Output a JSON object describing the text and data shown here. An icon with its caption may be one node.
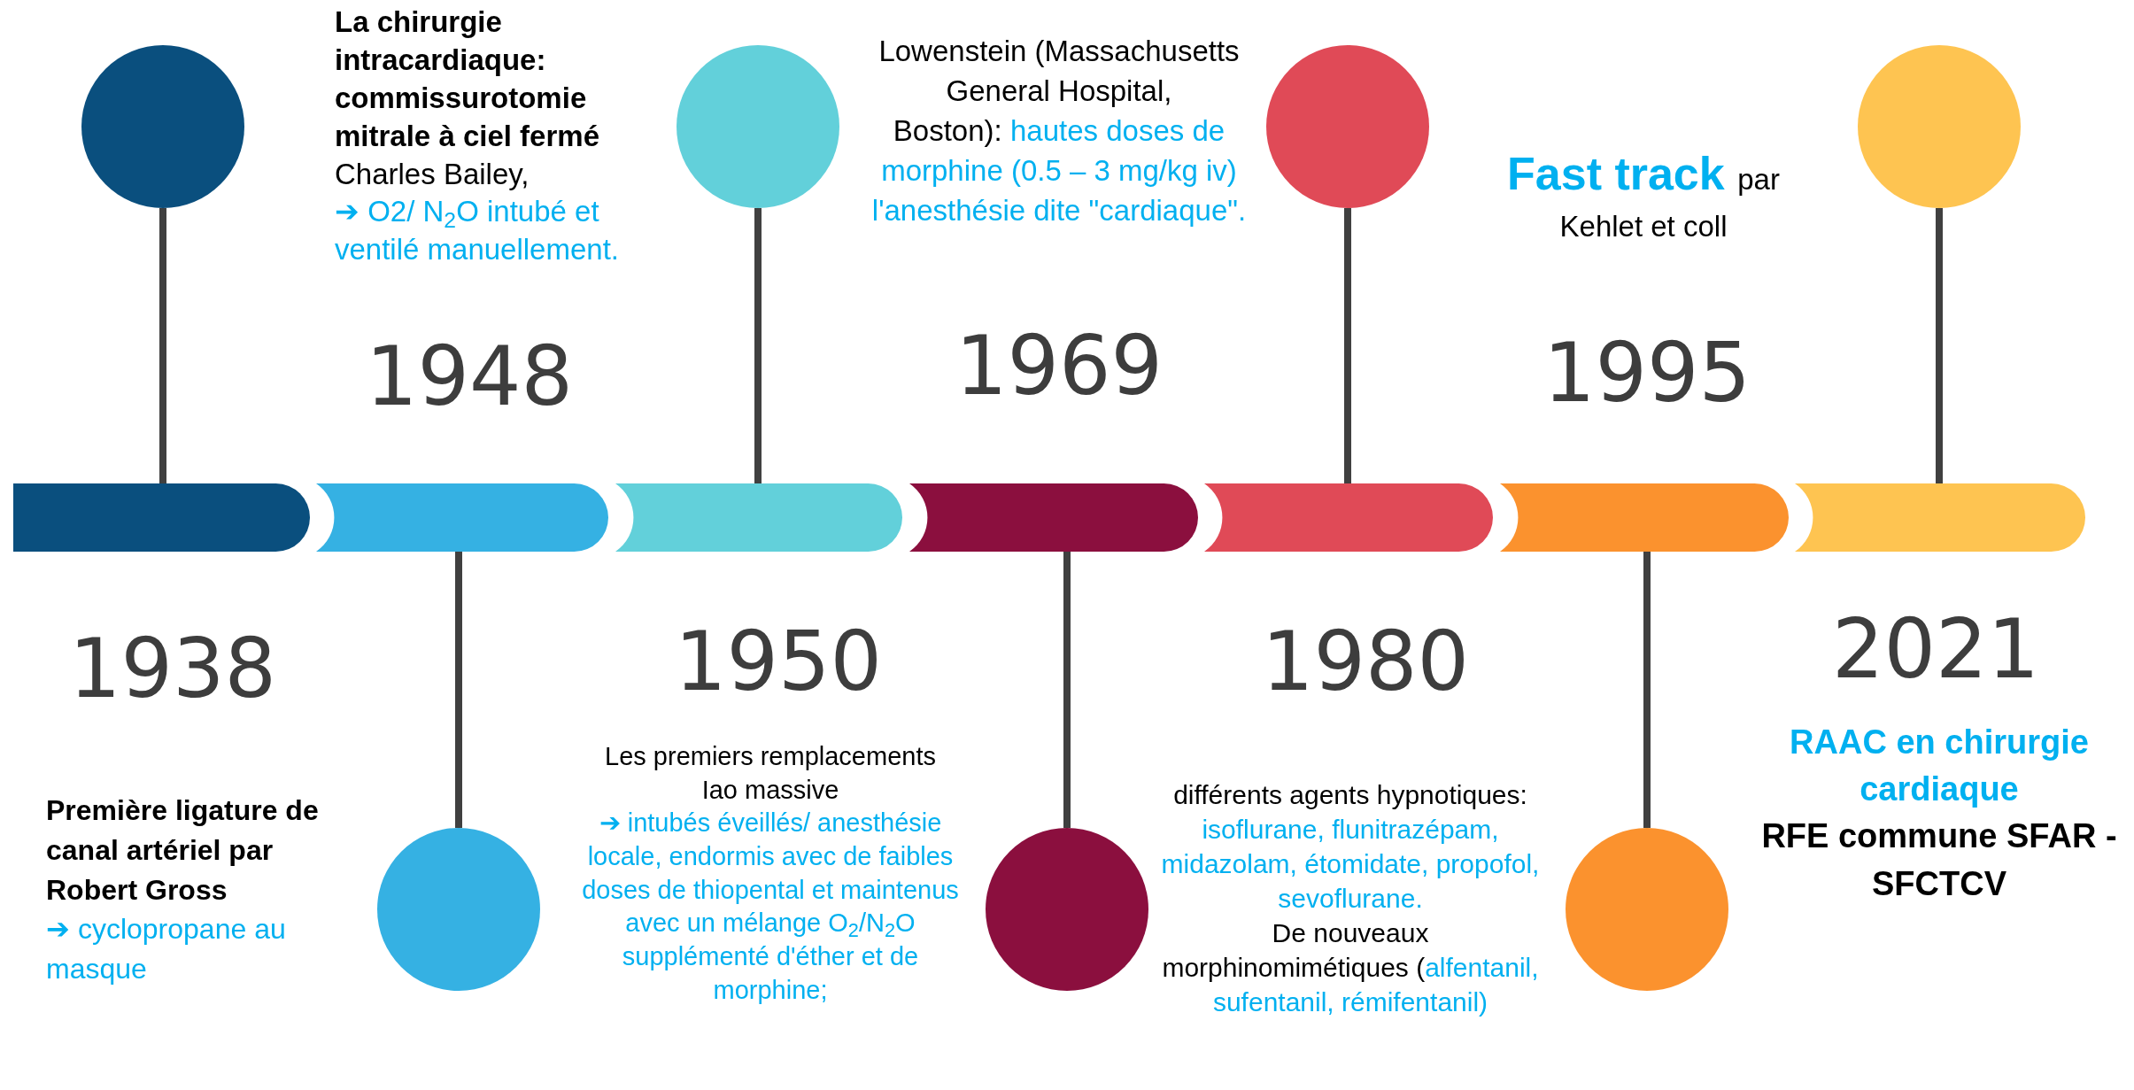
{
  "diagram": {
    "nodes": [
      {
        "text": [],
        "shape": "bar"
      },
      {
        "text": [],
        "shape": "bar"
      },
      {
        "text": [],
        "shape": "bar"
      },
      {
        "text": [],
        "shape": "bar"
      },
      {
        "text": [],
        "shape": "bar"
      },
      {
        "text": [],
        "shape": "bar"
      },
      {
        "text": [],
        "shape": "bar"
      },
      {
        "text": [],
        "shape": "circle"
      },
      {
        "text": [],
        "shape": "circle"
      },
      {
        "text": [],
        "shape": "circle"
      },
      {
        "text": [],
        "shape": "circle"
      },
      {
        "text": [],
        "shape": "circle"
      },
      {
        "text": [],
        "shape": "circle"
      },
      {
        "text": [],
        "shape": "circle"
      }
    ],
    "edges": [
      {
        "from": 7,
        "to": 0,
        "arrow": "none"
      },
      {
        "from": 8,
        "to": 1,
        "arrow": "none"
      },
      {
        "from": 9,
        "to": 2,
        "arrow": "none"
      },
      {
        "from": 10,
        "to": 3,
        "arrow": "none"
      },
      {
        "from": 11,
        "to": 4,
        "arrow": "none"
      },
      {
        "from": 12,
        "to": 5,
        "arrow": "none"
      },
      {
        "from": 13,
        "to": 6,
        "arrow": "none"
      }
    ],
    "labels": [
      "La chirurgie intracardiaque: commissurotomie mitrale à ciel fermé",
      "Charles Bailey,",
      "➔ O2/ N$_{2}$O intubé et ventilé manuellement.",
      "Lowenstein (Massachusetts General Hospital, Boston):",
      "hautes doses de morphine (0.5 – 3 mg/kg iv)",
      "l'anesthésie dite \"cardiaque\".",
      "Fast track",
      "par",
      "Kehlet et coll",
      "1948",
      "1969",
      "1995",
      "1938",
      "1950",
      "1980",
      "2021",
      "RAAC en chirurgie cardiaque",
      "RFE commune SFAR - SFCTCV",
      "Première ligature de canal artériel par Robert Gross",
      "➔ cyclopropane au masque",
      "Les premiers remplacements",
      "Iao massive",
      "➔ intubés éveillés/ anesthésie locale, endormis avec de faibles doses de thiopental et maintenus avec un mélange O$_{2}$/N$_{2}$O supplémenté d'éther et de morphine;",
      "différents agents hypnotiques:",
      "isoflurane, flunitrazépam, midazolam, étomidate, propofol, sevoflurane.",
      "De nouveaux morphinomimétiques (",
      "alfentanil, sufentanil, rémifentanil)"
    ]
  }
}
